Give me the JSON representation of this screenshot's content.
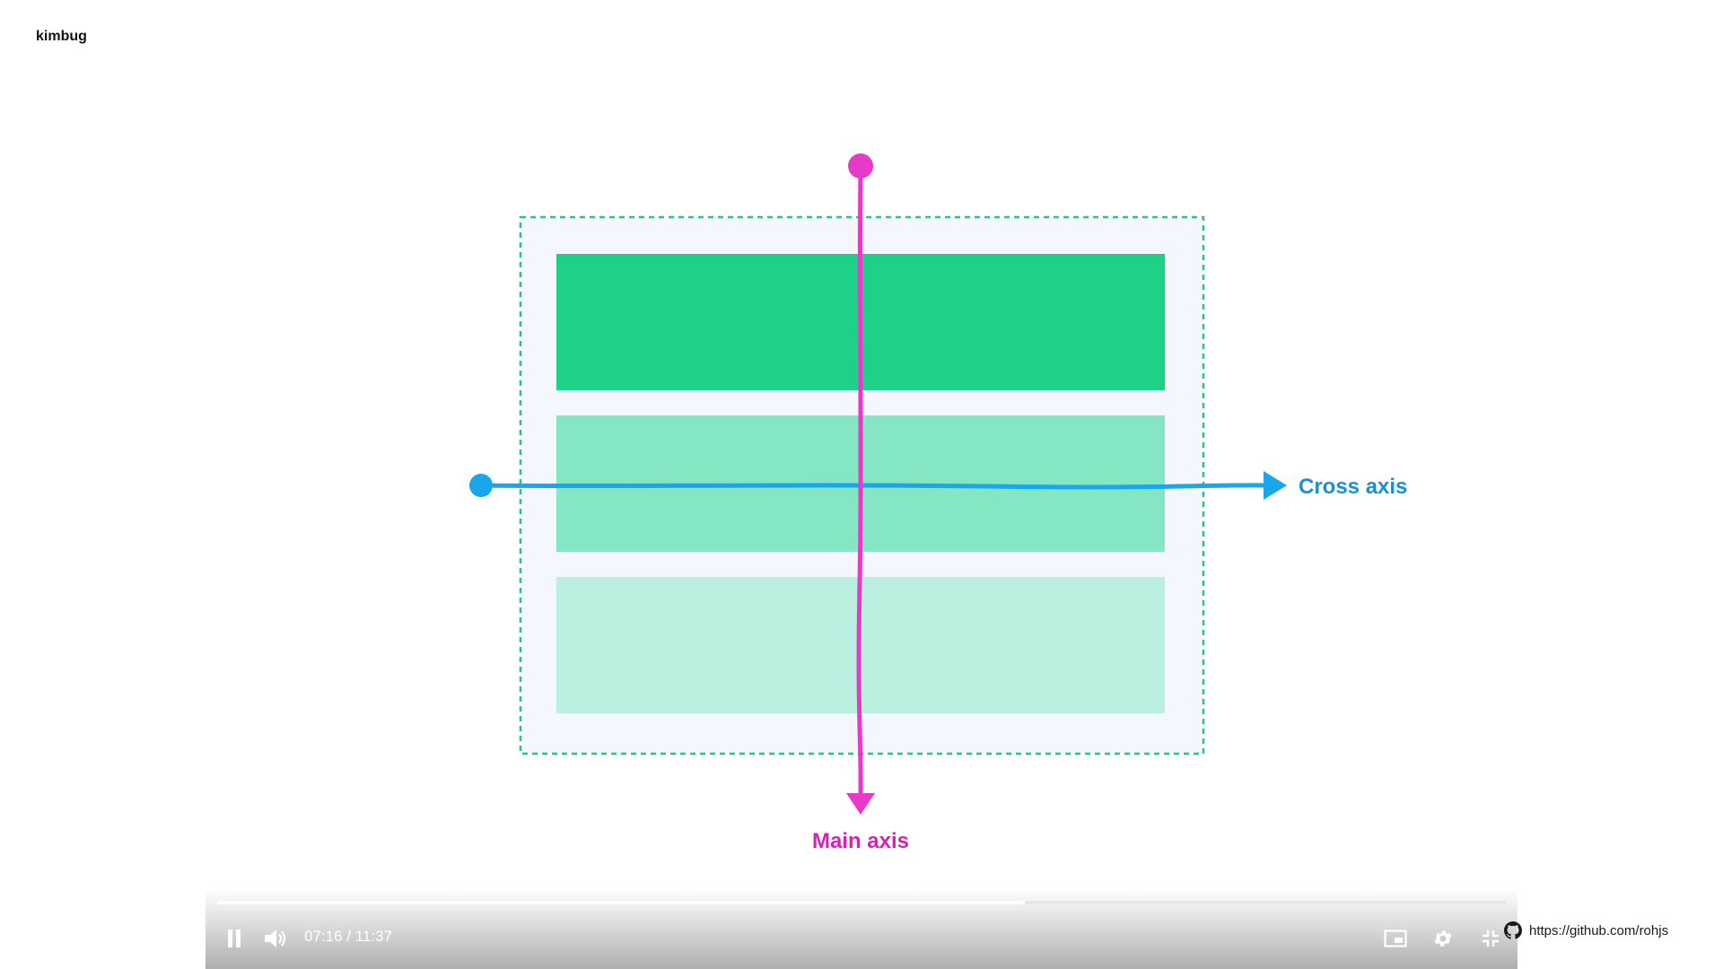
{
  "brand": {
    "name": "kimbug"
  },
  "diagram": {
    "main_axis_label": "Main axis",
    "cross_axis_label": "Cross axis",
    "colors": {
      "main_axis": "#e83ac9",
      "main_axis_label": "#d820b4",
      "cross_axis": "#1aa6ea",
      "cross_axis_label": "#1b8fd6",
      "container_border": "#22c97e",
      "container_fill": "#f4f7fd",
      "item_1": "#1fd187",
      "item_2": "#84e6c2",
      "item_3": "#bbefdf"
    }
  },
  "player": {
    "time_display": "07:16 / 11:37",
    "progress_fraction": 0.627,
    "icons": {
      "pause": "pause-icon",
      "volume": "volume-icon",
      "pip": "picture-in-picture-icon",
      "settings": "gear-icon",
      "exit_fullscreen": "exit-fullscreen-icon"
    }
  },
  "overlay": {
    "github_url": "https://github.com/rohjs",
    "icon": "github-icon"
  }
}
